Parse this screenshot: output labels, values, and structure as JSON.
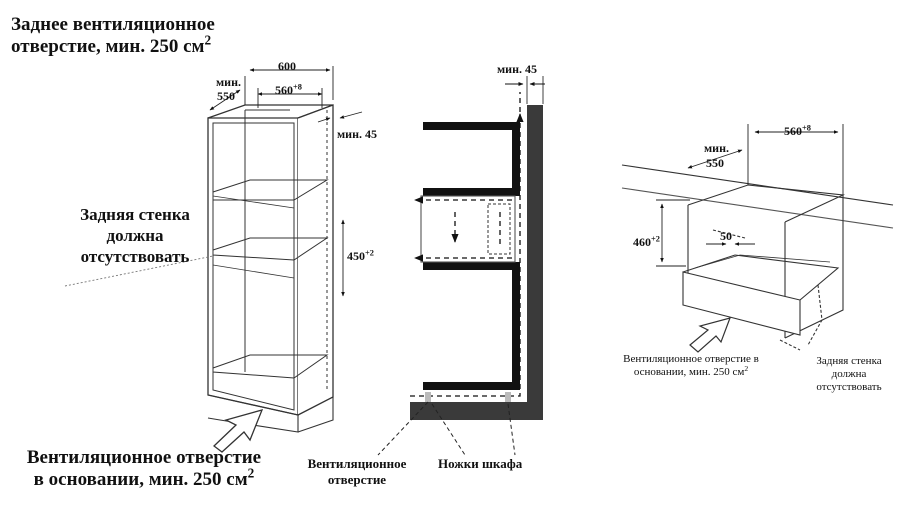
{
  "left": {
    "rear_vent_line1": "Заднее вентиляционное",
    "rear_vent_line2": "отверстие, мин. 250 см",
    "rear_vent_sup": "2",
    "back_wall_line1": "Задняя стенка",
    "back_wall_line2": "должна",
    "back_wall_line3": "отсутствовать",
    "base_vent_line1": "Вентиляционное отверстие",
    "base_vent_line2": "в основании, мин. 250 см",
    "base_vent_sup": "2",
    "dim_600": "600",
    "dim_min": "мин.",
    "dim_550": "550",
    "dim_560": "560",
    "dim_560_sup": "+8",
    "dim_min45": "мин. 45",
    "dim_450": "450",
    "dim_450_sup": "+2"
  },
  "middle": {
    "dim_min45": "мин. 45",
    "vent_line1": "Вентиляционное",
    "vent_line2": "отверстие",
    "legs": "Ножки шкафа"
  },
  "right": {
    "dim_min": "мин.",
    "dim_550": "550",
    "dim_560": "560",
    "dim_560_sup": "+8",
    "dim_460": "460",
    "dim_460_sup": "+2",
    "dim_50": "50",
    "base_vent_line1": "Вентиляционное отверстие в",
    "base_vent_line2": "основании, мин. 250 см",
    "base_vent_sup": "2",
    "back_wall_line1": "Задняя стенка",
    "back_wall_line2": "должна",
    "back_wall_line3": "отсутствовать"
  },
  "colors": {
    "ink": "#111111",
    "wall": "#3a3a3a",
    "outline": "#555555"
  }
}
